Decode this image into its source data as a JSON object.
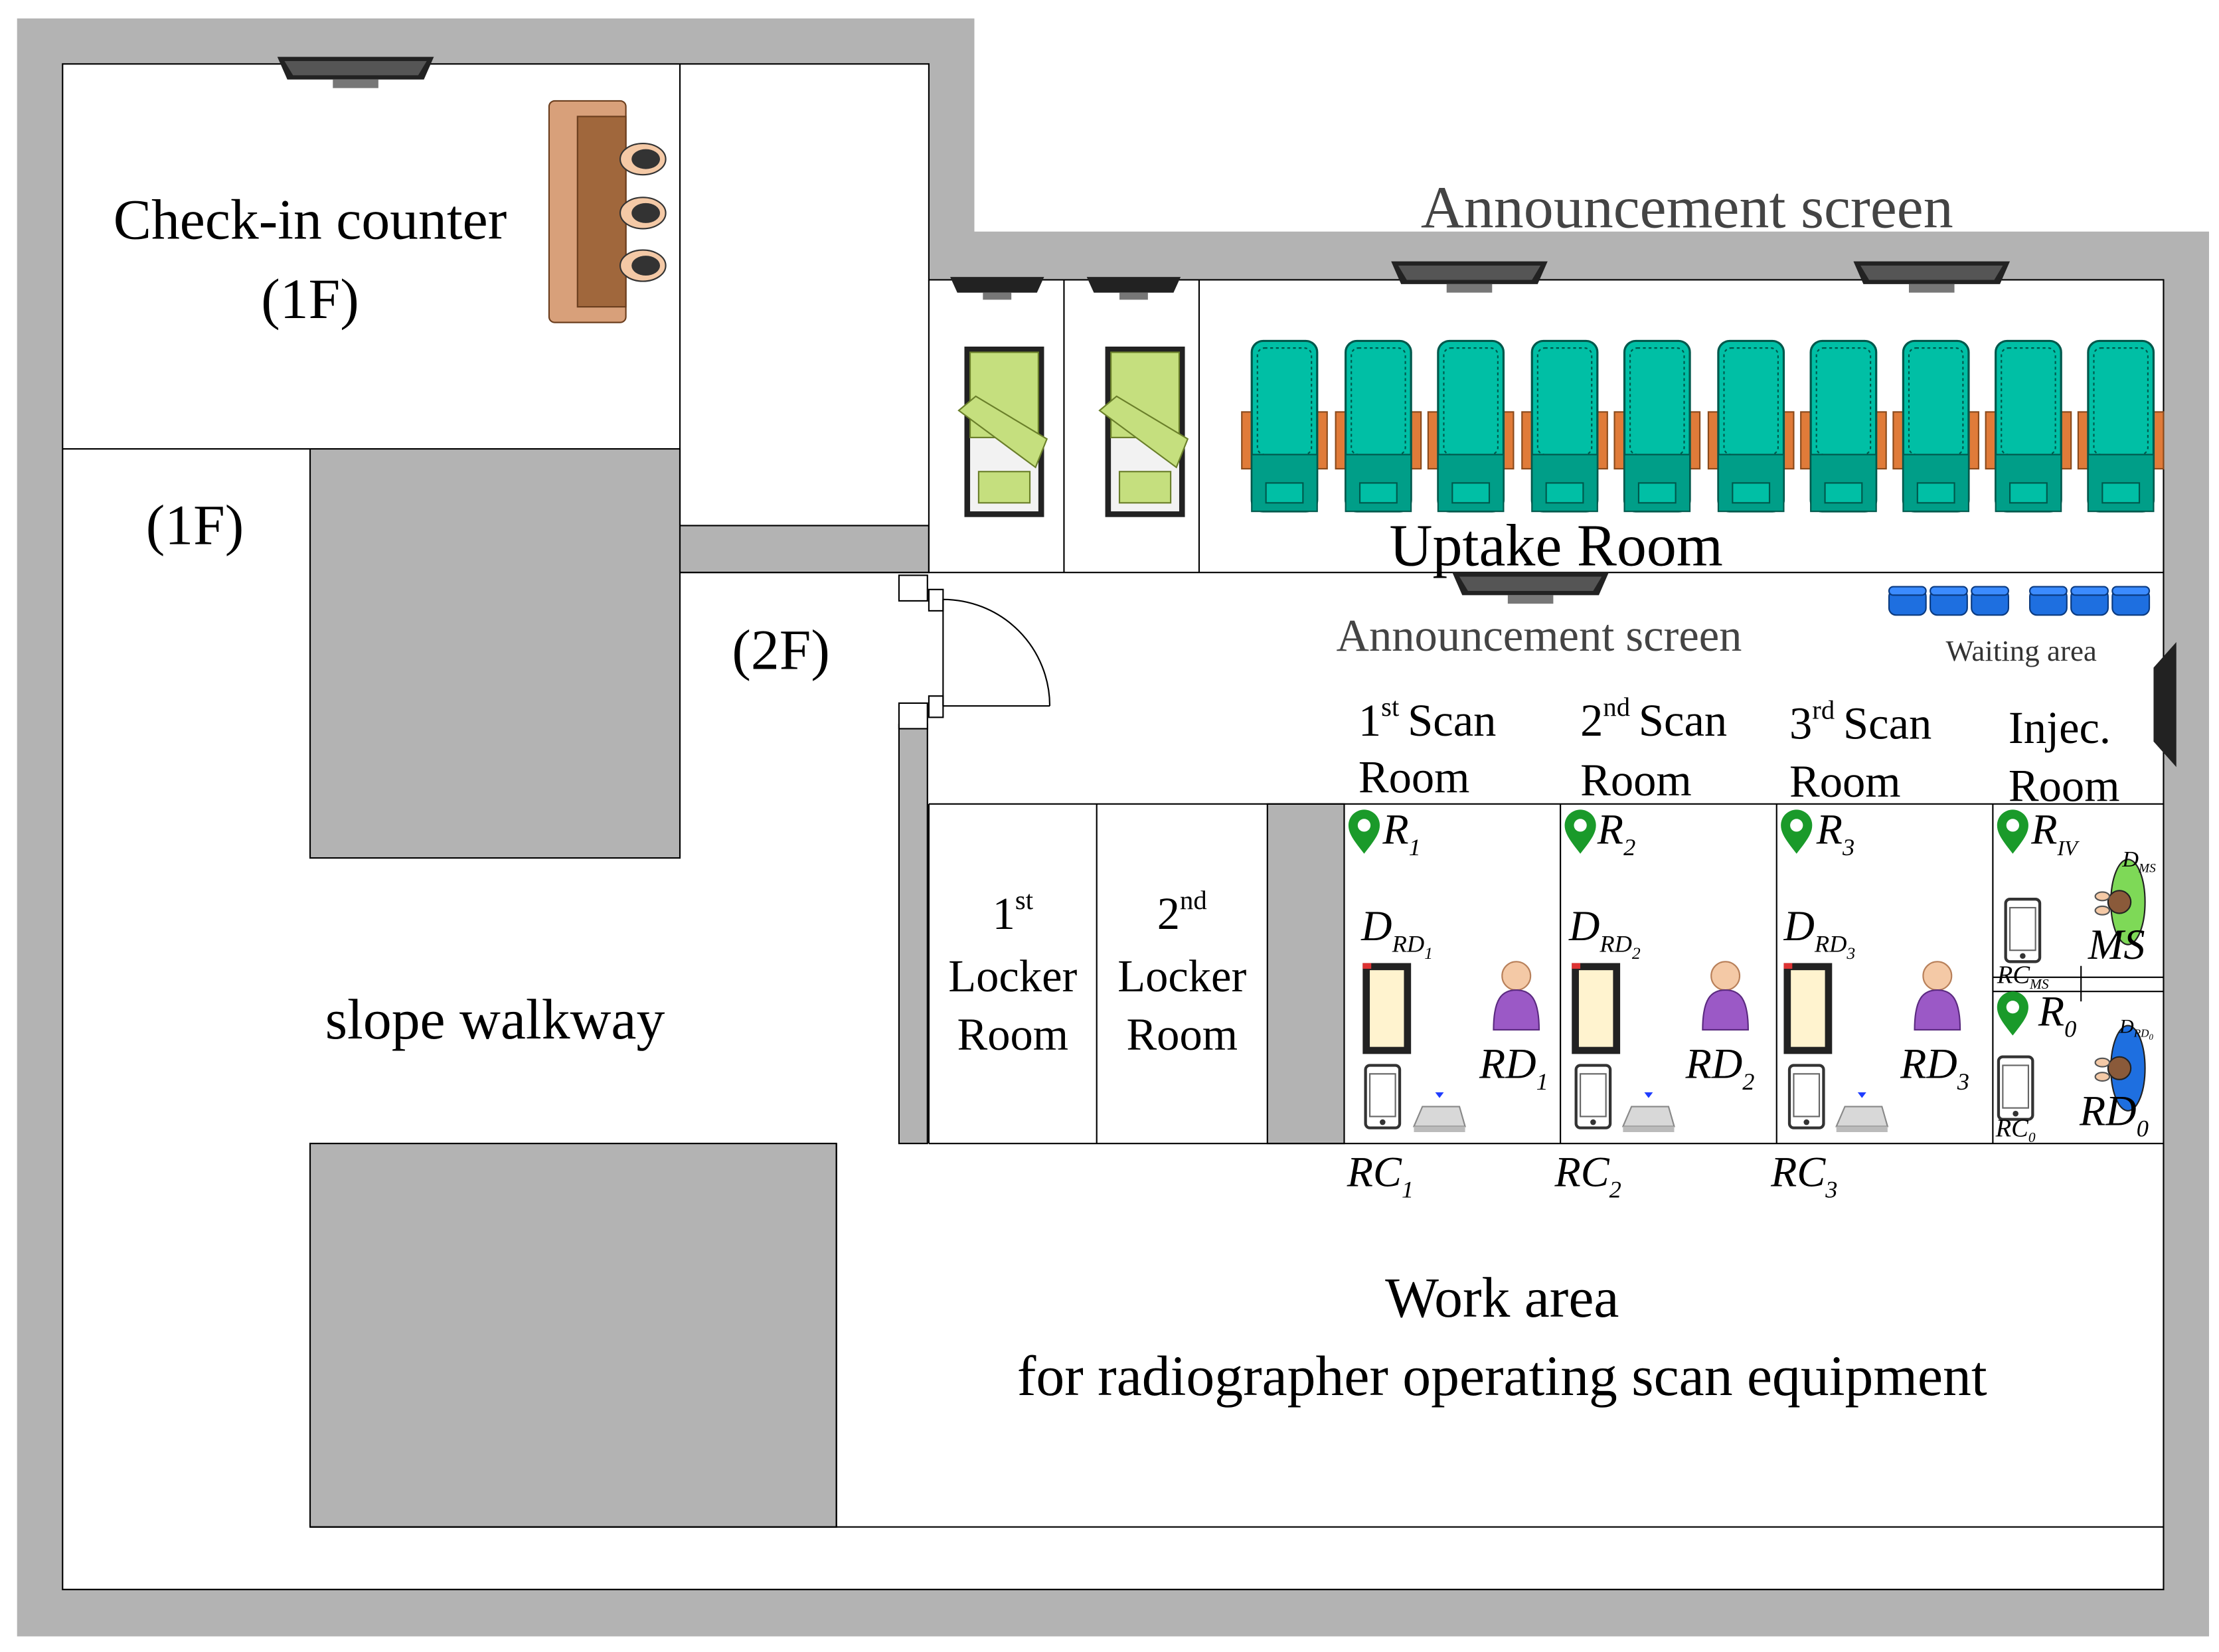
{
  "colors": {
    "wall": "#b3b3b3",
    "floor": "#ffffff",
    "line": "#000000",
    "chair": "#00bfa5",
    "chair_dark": "#009e88",
    "chair_arm": "#e07b39",
    "bed": "#c5df7e",
    "waiting_chair": "#1e6fe0",
    "pin": "#1a9a2a",
    "person": "#9b59c6",
    "desk": "#b97a4f"
  },
  "labels": {
    "checkin_line1": "Check-in counter",
    "checkin_line2": "(1F)",
    "floor_1f": "(1F)",
    "floor_2f": "(2F)",
    "slope": "slope walkway",
    "announce_top": "Announcement screen",
    "announce_mid": "Announcement screen",
    "uptake": "Uptake Room",
    "waiting": "Waiting area",
    "work_line1": "Work area",
    "work_line2": "for radiographer operating scan equipment",
    "scan_word": "Scan",
    "room_word": "Room",
    "injec_word": "Injec.",
    "locker_word": "Locker"
  },
  "scan_rooms": [
    {
      "num": "1",
      "sup": "st",
      "R": "R",
      "R_sub": "1",
      "D": "D",
      "D_sub": "RD",
      "D_sub2": "1",
      "RD": "RD",
      "RD_sub": "1",
      "RC": "RC",
      "RC_sub": "1"
    },
    {
      "num": "2",
      "sup": "nd",
      "R": "R",
      "R_sub": "2",
      "D": "D",
      "D_sub": "RD",
      "D_sub2": "2",
      "RD": "RD",
      "RD_sub": "2",
      "RC": "RC",
      "RC_sub": "2"
    },
    {
      "num": "3",
      "sup": "rd",
      "R": "R",
      "R_sub": "3",
      "D": "D",
      "D_sub": "RD",
      "D_sub2": "3",
      "RD": "RD",
      "RD_sub": "3",
      "RC": "RC",
      "RC_sub": "3"
    }
  ],
  "injection_room": {
    "R_iv": "R",
    "R_iv_sub": "IV",
    "D_ms": "D",
    "D_ms_sub": "MS",
    "MS": "MS",
    "RC_ms": "RC",
    "RC_ms_sub": "MS",
    "R0": "R",
    "R0_sub": "0",
    "D_rd0": "D",
    "D_rd0_sub": "RD",
    "D_rd0_sub2": "0",
    "RD0": "RD",
    "RD0_sub": "0",
    "RC0": "RC",
    "RC0_sub": "0"
  },
  "lockers": [
    {
      "num": "1",
      "sup": "st"
    },
    {
      "num": "2",
      "sup": "nd"
    }
  ],
  "icons": {
    "screen": "announcement-screen-icon",
    "recliner": "recliner-chair-icon",
    "bed": "bed-icon",
    "pin": "location-pin-icon",
    "phone": "smartphone-icon",
    "beacon": "beacon-device-icon",
    "person": "person-icon",
    "door": "door-icon",
    "staff": "staff-topview-icon"
  }
}
